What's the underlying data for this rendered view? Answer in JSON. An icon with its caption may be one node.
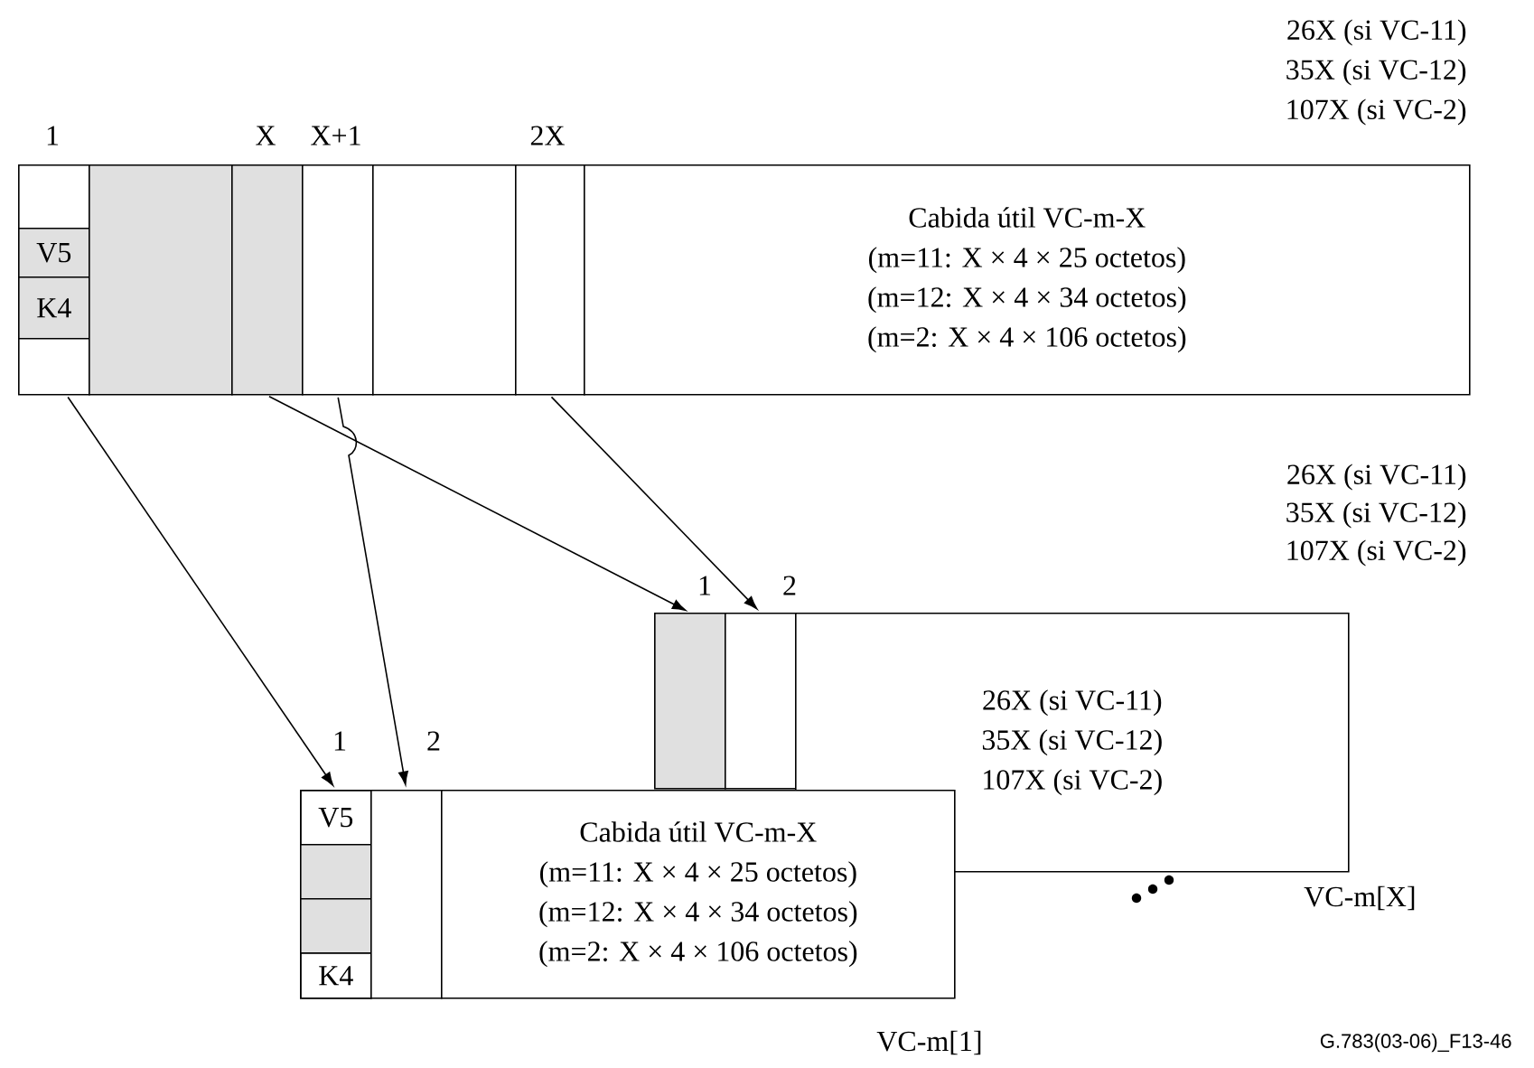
{
  "diagram": {
    "nodes": [
      {
        "text": [],
        "shape": "box"
      },
      {
        "text": [
          "V5"
        ],
        "in": 0
      },
      {
        "text": [
          "K4"
        ],
        "in": 0
      },
      {
        "text": [],
        "shape": "box"
      },
      {
        "text": [],
        "shape": "box"
      },
      {
        "text": [],
        "shape": "box"
      },
      {
        "text": [],
        "shape": "box"
      },
      {
        "text": [],
        "shape": "box"
      },
      {
        "text": [
          "Cabida útil VC-m-X",
          "(m=11: X × 4 × 25 octetos)",
          "(m=12: X × 4 × 34 octetos)",
          "(m=2: X × 4 × 106 octetos)"
        ]
      },
      {
        "text": [],
        "shape": "box"
      },
      {
        "text": [],
        "shape": "box"
      },
      {
        "text": [
          "26X (si VC-11)",
          "35X (si VC-12)",
          "107X (si VC-2)"
        ]
      },
      {
        "text": [],
        "shape": "box"
      },
      {
        "text": [
          "V5"
        ],
        "in": 12
      },
      {
        "text": [],
        "shape": "box",
        "in": 12
      },
      {
        "text": [],
        "shape": "box",
        "in": 12
      },
      {
        "text": [
          "K4"
        ],
        "in": 12
      },
      {
        "text": [],
        "shape": "box"
      },
      {
        "text": [
          "Cabida útil VC-m-X",
          "(m=11: X × 4 × 25 octetos)",
          "(m=12: X × 4 × 34 octetos)",
          "(m=2: X × 4 × 106 octetos)"
        ]
      }
    ],
    "edges": [
      {
        "from": 0,
        "to": 12,
        "arrow": "to"
      },
      {
        "from": 4,
        "to": 9,
        "arrow": "to"
      },
      {
        "from": 5,
        "to": 17,
        "arrow": "to"
      },
      {
        "from": 7,
        "to": 10,
        "arrow": "to"
      }
    ],
    "labels": [
      "26X (si VC-11)",
      "35X (si VC-12)",
      "107X (si VC-2)",
      "1",
      "X",
      "X+1",
      "2X",
      "26X (si VC-11)",
      "35X (si VC-12)",
      "107X (si VC-2)",
      "1",
      "2",
      "1",
      "2",
      "VC-m[X]",
      "VC-m[1]",
      "G.783(03-06)_F13-46"
    ]
  }
}
